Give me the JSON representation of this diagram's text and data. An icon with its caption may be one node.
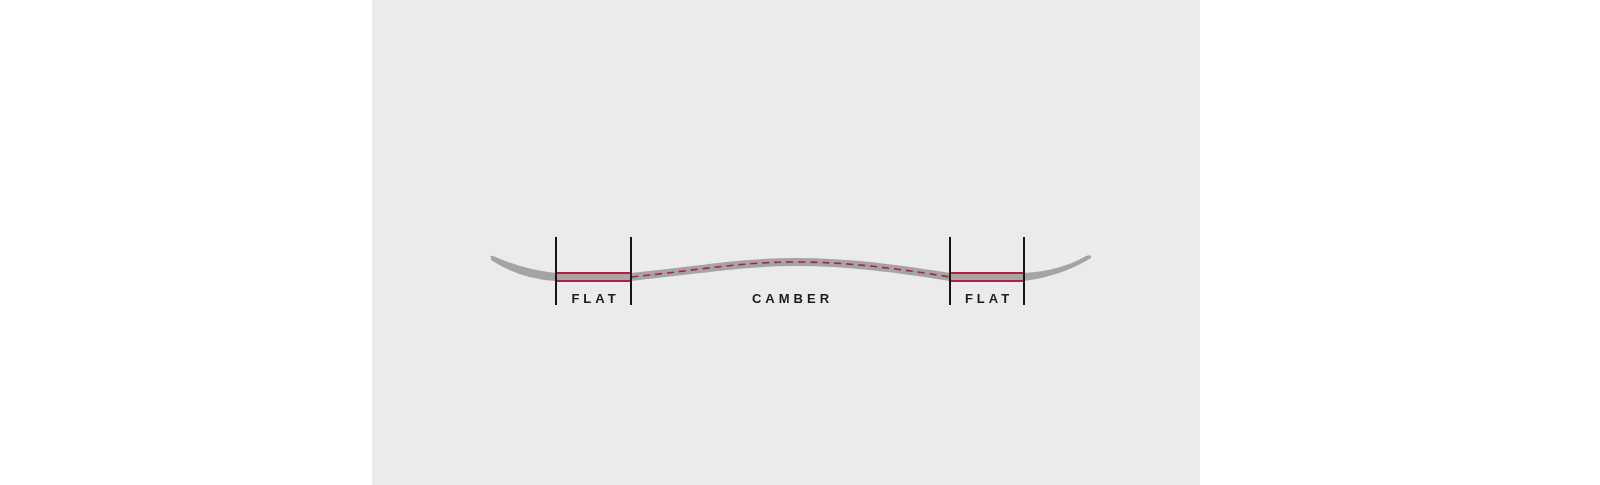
{
  "diagram": {
    "labels": [
      "FLAT",
      "CAMBER",
      "FLAT"
    ]
  }
}
